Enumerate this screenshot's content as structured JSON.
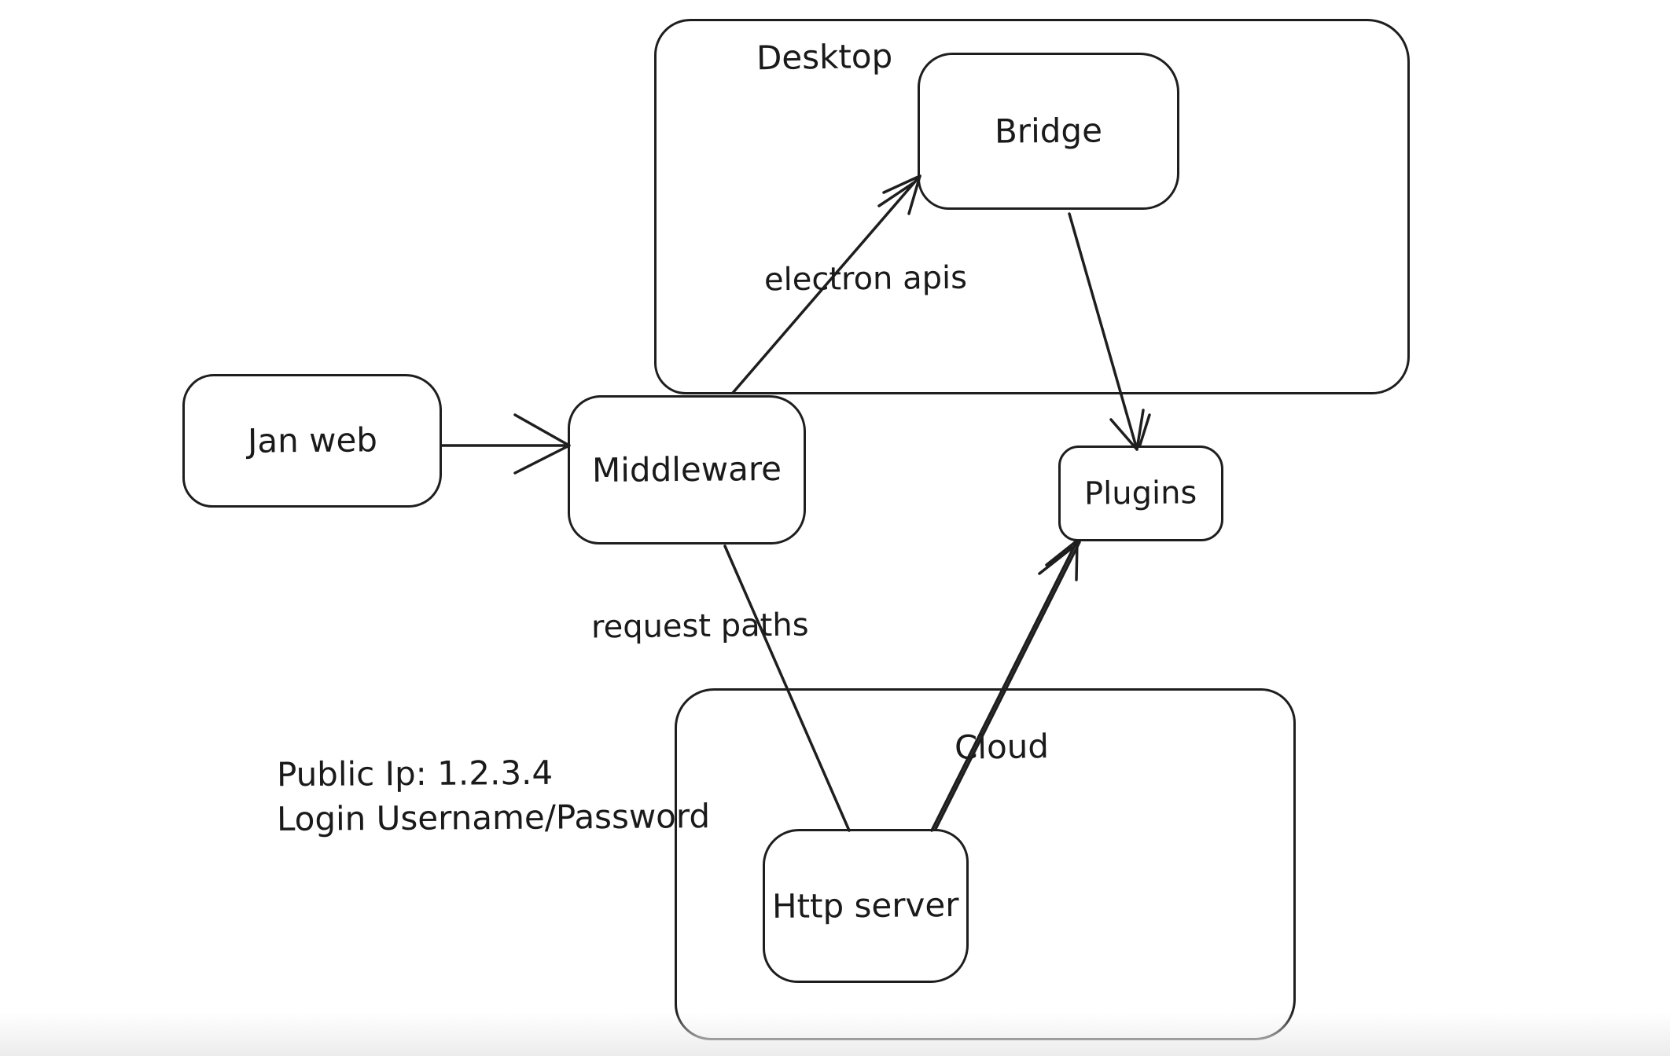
{
  "diagram": {
    "type": "flowchart",
    "style": "hand-drawn-sketch",
    "background": "#ffffff",
    "stroke_color": "#1e1e1e",
    "text_color": "#1a1a1a",
    "bottom_fade_color": "#ececec",
    "containers": {
      "desktop": {
        "label": "Desktop",
        "children": [
          "bridge"
        ]
      },
      "cloud": {
        "label": "Cloud",
        "children": [
          "http_server"
        ]
      }
    },
    "nodes": {
      "jan_web": {
        "label": "Jan web"
      },
      "middleware": {
        "label": "Middleware"
      },
      "bridge": {
        "label": "Bridge"
      },
      "plugins": {
        "label": "Plugins"
      },
      "http_server": {
        "label": "Http server"
      }
    },
    "edges": [
      {
        "from": "jan_web",
        "to": "middleware",
        "arrowhead": "end",
        "label": ""
      },
      {
        "from": "middleware",
        "to": "bridge",
        "arrowhead": "end",
        "label": "electron apis"
      },
      {
        "from": "bridge",
        "to": "plugins",
        "arrowhead": "end",
        "label": ""
      },
      {
        "from": "middleware",
        "to": "http_server",
        "arrowhead": "none",
        "label": "request paths"
      },
      {
        "from": "http_server",
        "to": "plugins",
        "arrowhead": "end",
        "label": ""
      }
    ],
    "annotations": {
      "public_ip": "Public Ip: 1.2.3.4",
      "login": "Login Username/Password"
    }
  }
}
